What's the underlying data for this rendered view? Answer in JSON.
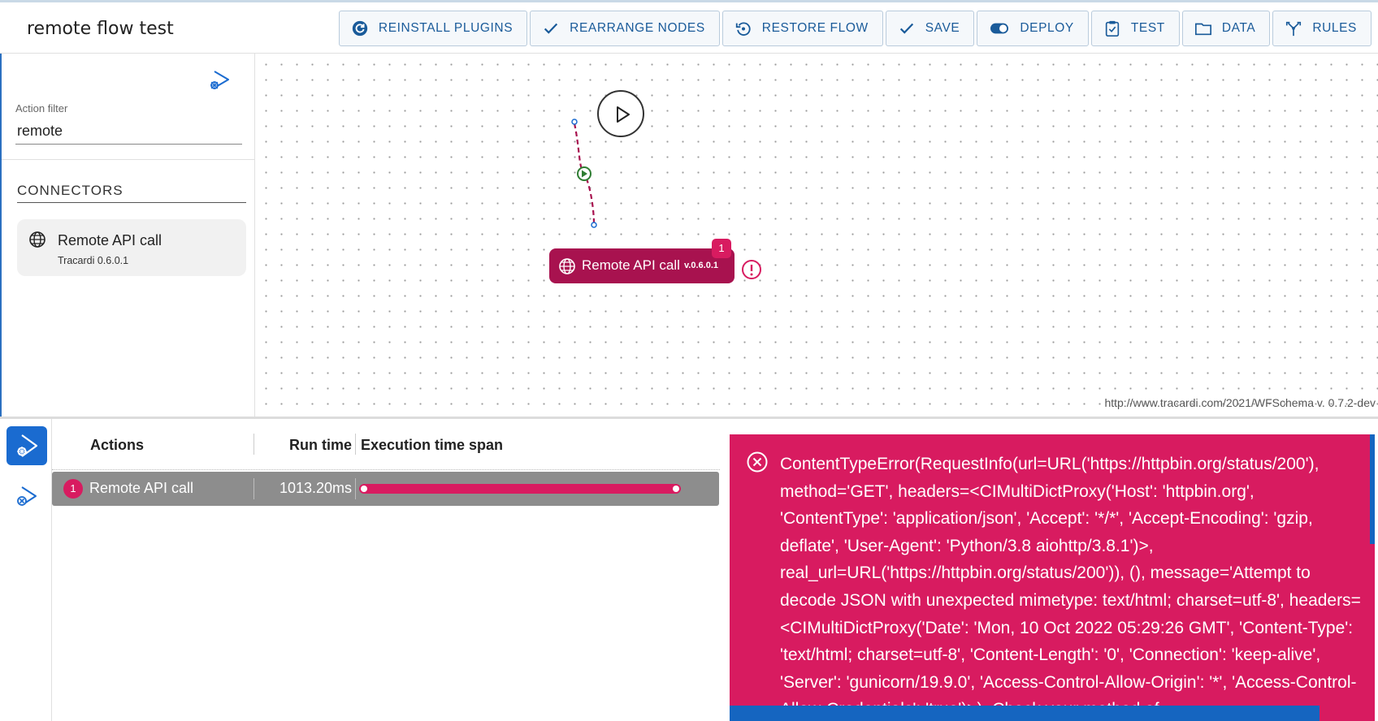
{
  "header": {
    "title": "remote flow test",
    "buttons": [
      {
        "label": "REINSTALL PLUGINS",
        "icon": "refresh-icon"
      },
      {
        "label": "REARRANGE NODES",
        "icon": "check-icon"
      },
      {
        "label": "RESTORE FLOW",
        "icon": "restore-icon"
      },
      {
        "label": "SAVE",
        "icon": "check-icon"
      },
      {
        "label": "DEPLOY",
        "icon": "toggle-icon"
      },
      {
        "label": "TEST",
        "icon": "clipboard-check-icon"
      },
      {
        "label": "DATA",
        "icon": "folder-icon"
      },
      {
        "label": "RULES",
        "icon": "rules-icon"
      }
    ]
  },
  "sidebar": {
    "filter_label": "Action filter",
    "filter_value": "remote",
    "connectors_heading": "CONNECTORS",
    "connector": {
      "name": "Remote API call",
      "subtitle": "Tracardi 0.6.0.1",
      "icon": "globe-icon"
    }
  },
  "canvas": {
    "node": {
      "label": "Remote API call",
      "version": "v.0.6.0.1",
      "badge": "1",
      "icon": "globe-icon"
    },
    "schema_version": "http://www.tracardi.com/2021/WFSchema v. 0.7.2-dev",
    "colors": {
      "node": "#a8124f",
      "badge": "#d81b60",
      "edge": "#a8124f",
      "start_dot": "#2e7d32"
    }
  },
  "debug": {
    "table": {
      "col_actions": "Actions",
      "col_runtime": "Run time",
      "col_timespan": "Execution time span",
      "row": {
        "index": "1",
        "name": "Remote API call",
        "run_time": "1013.20ms",
        "timespan_fraction": 0.93
      }
    },
    "error": {
      "icon": "error-circle-icon",
      "message": "ContentTypeError(RequestInfo(url=URL('https://httpbin.org/status/200'), method='GET', headers=<CIMultiDictProxy('Host': 'httpbin.org', 'ContentType': 'application/json', 'Accept': '*/*', 'Accept-Encoding': 'gzip, deflate', 'User-Agent': 'Python/3.8 aiohttp/3.8.1')>, real_url=URL('https://httpbin.org/status/200')), (), message='Attempt to decode JSON with unexpected mimetype: text/html; charset=utf-8', headers=<CIMultiDictProxy('Date': 'Mon, 10 Oct 2022 05:29:26 GMT', 'Content-Type': 'text/html; charset=utf-8', 'Content-Length': '0', 'Connection': 'keep-alive', 'Server': 'gunicorn/19.9.0', 'Access-Control-Allow-Origin': '*', 'Access-Control-Allow-Credentials': 'true')>). Check your method of",
      "color": "#d81b60"
    }
  }
}
